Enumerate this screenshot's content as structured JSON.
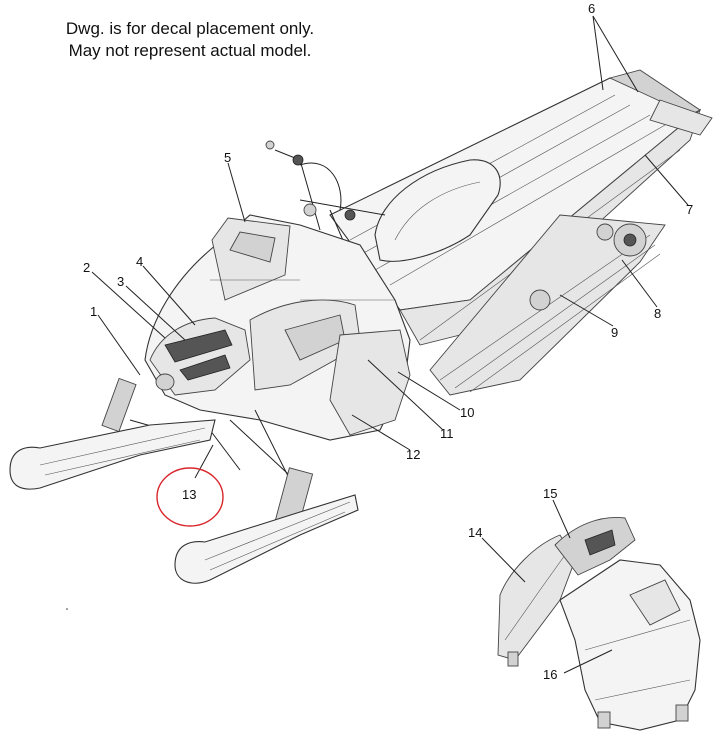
{
  "note": {
    "line1": "Dwg. is for decal placement only.",
    "line2": "May not represent actual model."
  },
  "callouts": [
    "1",
    "2",
    "3",
    "4",
    "5",
    "6",
    "7",
    "8",
    "9",
    "10",
    "11",
    "12",
    "13",
    "14",
    "15",
    "16"
  ],
  "highlight": {
    "callout": "13",
    "color": "#d9262c"
  }
}
